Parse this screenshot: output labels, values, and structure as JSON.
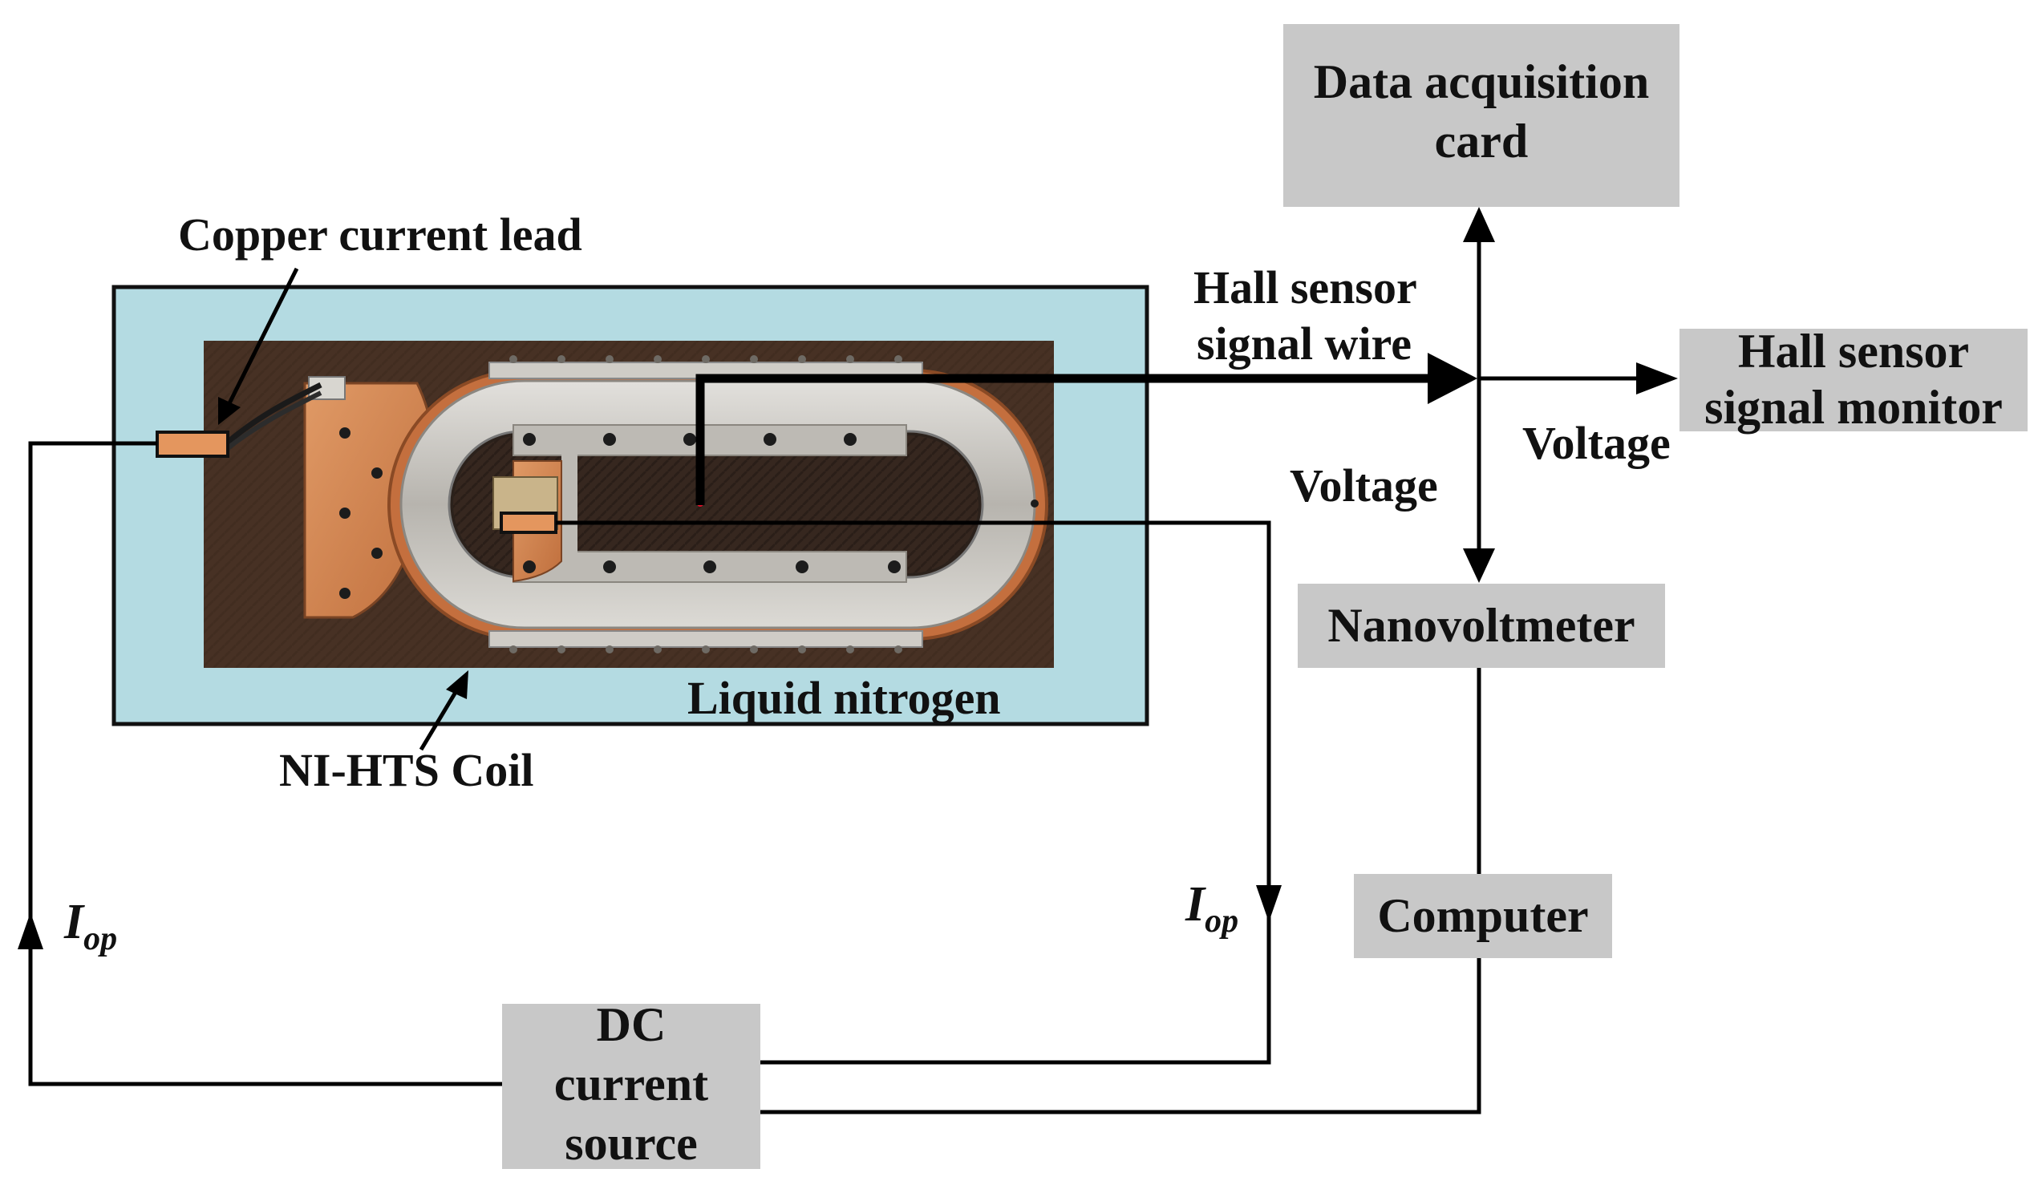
{
  "boxes": {
    "daq": [
      "Data acquisition",
      "card"
    ],
    "hall_monitor": [
      "Hall sensor",
      "signal monitor"
    ],
    "nanovoltmeter": [
      "Nanovoltmeter"
    ],
    "computer": [
      "Computer"
    ],
    "dc_source": [
      "DC",
      "current",
      "source"
    ]
  },
  "labels": {
    "copper_lead": "Copper current lead",
    "hall_wire": [
      "Hall sensor",
      "signal wire"
    ],
    "voltage_left": "Voltage",
    "voltage_right": "Voltage",
    "liquid_nitrogen": "Liquid nitrogen",
    "coil": "NI-HTS Coil",
    "iop_left": {
      "main": "I",
      "sub": "op"
    },
    "iop_right": {
      "main": "I",
      "sub": "op"
    }
  },
  "colors": {
    "box_fill": "#c8c8c8",
    "nitrogen_fill": "#b4dbe2",
    "photo_background": "#4e3526",
    "copper": "#d3834f",
    "coil_metal": "#c9c7c2",
    "wire": "#000000"
  }
}
